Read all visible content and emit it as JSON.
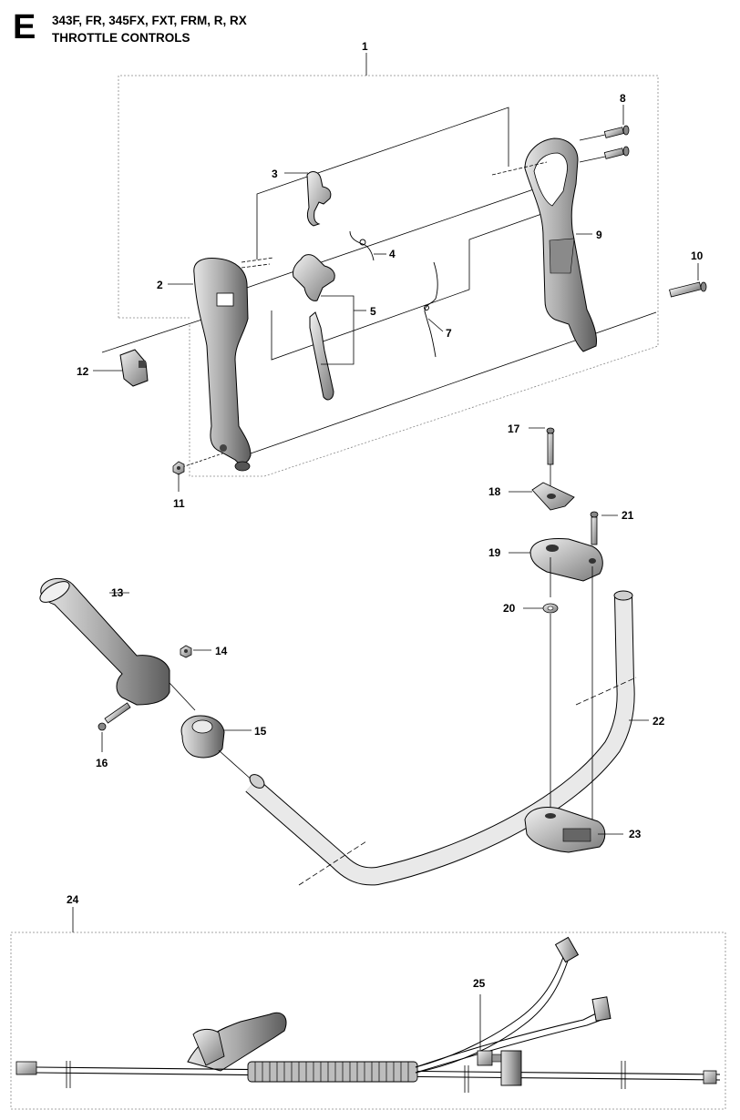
{
  "header": {
    "section_letter": "E",
    "models": "343F, FR, 345FX, FXT, FRM, R, RX",
    "title": "THROTTLE CONTROLS"
  },
  "callouts": {
    "n1": "1",
    "n2": "2",
    "n3": "3",
    "n4": "4",
    "n5": "5",
    "n7": "7",
    "n8": "8",
    "n9": "9",
    "n10": "10",
    "n11": "11",
    "n12": "12",
    "n13": "13",
    "n14": "14",
    "n15": "15",
    "n16": "16",
    "n17": "17",
    "n18": "18",
    "n19": "19",
    "n20": "20",
    "n21": "21",
    "n22": "22",
    "n23": "23",
    "n24": "24",
    "n25": "25"
  },
  "colors": {
    "line": "#000000",
    "part_fill": "#d9d9d9",
    "part_dark": "#6e6e6e",
    "frame": "#888888"
  }
}
